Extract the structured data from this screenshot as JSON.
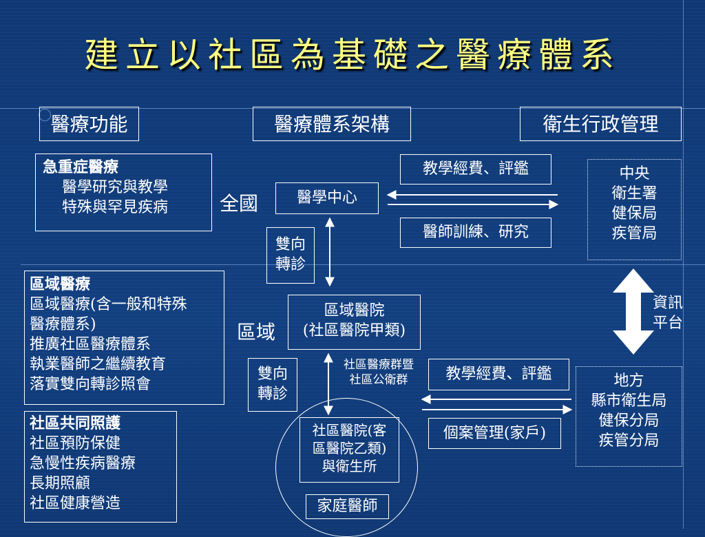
{
  "title": "建立以社區為基礎之醫療體系",
  "headers": {
    "functions": "醫療功能",
    "structure": "醫療體系架構",
    "admin": "衛生行政管理"
  },
  "national_function": {
    "heading": "急重症醫療",
    "lines": [
      "醫學研究與教學",
      "特殊與罕見疾病"
    ]
  },
  "regional_function": {
    "heading": "區域醫療",
    "lines": [
      "區域醫療(含一般和特殊",
      "醫療體系)",
      "推廣社區醫療體系",
      "執業醫師之繼續教育",
      "落實雙向轉診照會"
    ]
  },
  "community_function": {
    "heading": "社區共同照護",
    "lines": [
      "社區預防保健",
      "急慢性疾病醫療",
      "長期照顧",
      "社區健康營造"
    ]
  },
  "levels": {
    "national": "全國",
    "regional": "區域"
  },
  "nodes": {
    "medical_center": "醫學中心",
    "regional_hospital_line1": "區域醫院",
    "regional_hospital_line2": "(社區醫院甲類)",
    "community_hospital_line1": "社區醫院(客",
    "community_hospital_line2": "區醫院乙類)",
    "community_hospital_line3": "與衛生所",
    "family_doctor": "家庭醫師"
  },
  "referral": {
    "upper_line1": "雙向",
    "upper_line2": "轉診",
    "lower_line1": "雙向",
    "lower_line2": "轉診"
  },
  "groups_label": {
    "line1": "社區醫療群暨",
    "line2": "社區公衛群"
  },
  "flows": {
    "top_teaching": "教學經費、評鑑",
    "top_training": "醫師訓練、研究",
    "bottom_teaching": "教學經費、評鑑",
    "bottom_case": "個案管理(家戶)"
  },
  "central_admin": [
    "中央",
    "衛生署",
    "健保局",
    "疾管局"
  ],
  "local_admin": [
    "地方",
    "縣市衛生局",
    "健保分局",
    "疾管分局"
  ],
  "info_platform": {
    "line1": "資訊",
    "line2": "平台"
  },
  "colors": {
    "background": "#103a76",
    "title": "#ffff80",
    "text": "#ffffff"
  }
}
